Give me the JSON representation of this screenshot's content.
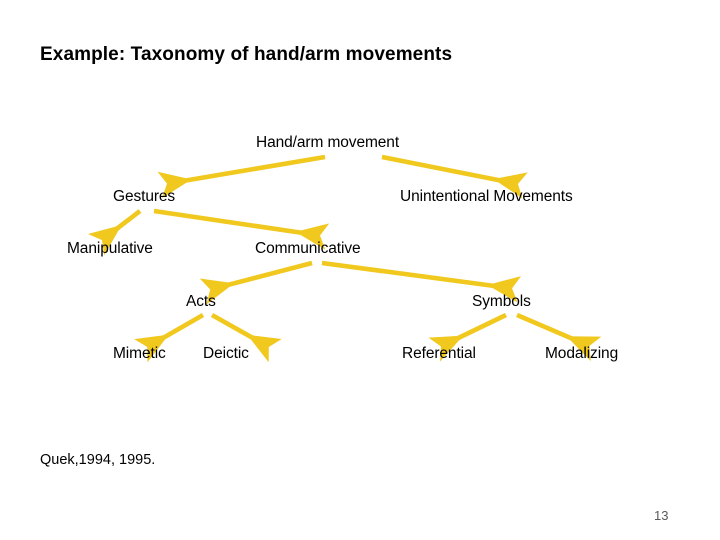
{
  "slide": {
    "title": "Example: Taxonomy of hand/arm movements",
    "citation": "Quek,1994, 1995.",
    "page_number": "13",
    "background_color": "#ffffff",
    "text_color": "#000000",
    "page_number_color": "#5a5a5a"
  },
  "diagram": {
    "type": "tree",
    "connector_color": "#f0c81e",
    "connector_style": "arrow",
    "nodes": {
      "root": "Hand/arm movement",
      "gestures": "Gestures",
      "unintentional": "Unintentional Movements",
      "manipulative": "Manipulative",
      "communicative": "Communicative",
      "acts": "Acts",
      "symbols": "Symbols",
      "mimetic": "Mimetic",
      "deictic": "Deictic",
      "referential": "Referential",
      "modalizing": "Modalizing"
    },
    "edges": [
      {
        "from": "Hand/arm movement",
        "to": "Gestures"
      },
      {
        "from": "Hand/arm movement",
        "to": "Unintentional Movements"
      },
      {
        "from": "Gestures",
        "to": "Manipulative"
      },
      {
        "from": "Gestures",
        "to": "Communicative"
      },
      {
        "from": "Communicative",
        "to": "Acts"
      },
      {
        "from": "Communicative",
        "to": "Symbols"
      },
      {
        "from": "Acts",
        "to": "Mimetic"
      },
      {
        "from": "Acts",
        "to": "Deictic"
      },
      {
        "from": "Symbols",
        "to": "Referential"
      },
      {
        "from": "Symbols",
        "to": "Modalizing"
      }
    ]
  }
}
